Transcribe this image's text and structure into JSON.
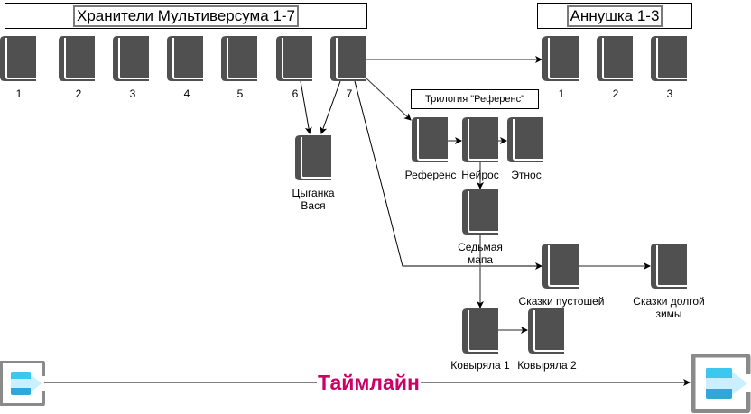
{
  "diagram": {
    "series": [
      {
        "id": "keepers",
        "title": "Хранители Мультиверсума 1-7",
        "books": [
          "1",
          "2",
          "3",
          "4",
          "5",
          "6",
          "7"
        ]
      },
      {
        "id": "annushka",
        "title": "Аннушка 1-3",
        "books": [
          "1",
          "2",
          "3"
        ]
      }
    ],
    "trilogy": {
      "title": "Трилогия \"Референс\"",
      "books": [
        "Референс",
        "Нейрос",
        "Этнос"
      ]
    },
    "standalone": {
      "tsyganka": "Цыганка Вася",
      "sedmaya_mapa": "Седьмая мапа",
      "skazki_pustoshey": "Сказки пустошей",
      "skazki_dolgoy_zimy": "Сказки долгой зимы",
      "kovyryala_1": "Ковыряла 1",
      "kovyryala_2": "Ковыряла 2"
    },
    "timeline": {
      "label": "Таймлайн",
      "color": "#cc0066"
    },
    "colors": {
      "book_fill": "#505050",
      "book_page": "#ffffff",
      "edge_dark": "#000000",
      "edge_gray": "#6e6e6e",
      "timeline_icon_frame": "#8a8a8a",
      "timeline_icon_blue": "#2ea8d6",
      "timeline_icon_arrow": "#c8f0ff"
    },
    "edges": [
      {
        "from": "keepers-6",
        "to": "tsyganka"
      },
      {
        "from": "keepers-7",
        "to": "tsyganka"
      },
      {
        "from": "keepers-7",
        "to": "annushka-1"
      },
      {
        "from": "keepers-7",
        "to": "referens"
      },
      {
        "from": "keepers-7",
        "to": "skazki_pustoshey"
      },
      {
        "from": "referens",
        "to": "neyros"
      },
      {
        "from": "neyros",
        "to": "etnos"
      },
      {
        "from": "neyros",
        "to": "sedmaya_mapa"
      },
      {
        "from": "sedmaya_mapa",
        "to": "kovyryala_1"
      },
      {
        "from": "kovyryala_1",
        "to": "kovyryala_2"
      },
      {
        "from": "skazki_pustoshey",
        "to": "skazki_dolgoy_zimy"
      }
    ]
  }
}
